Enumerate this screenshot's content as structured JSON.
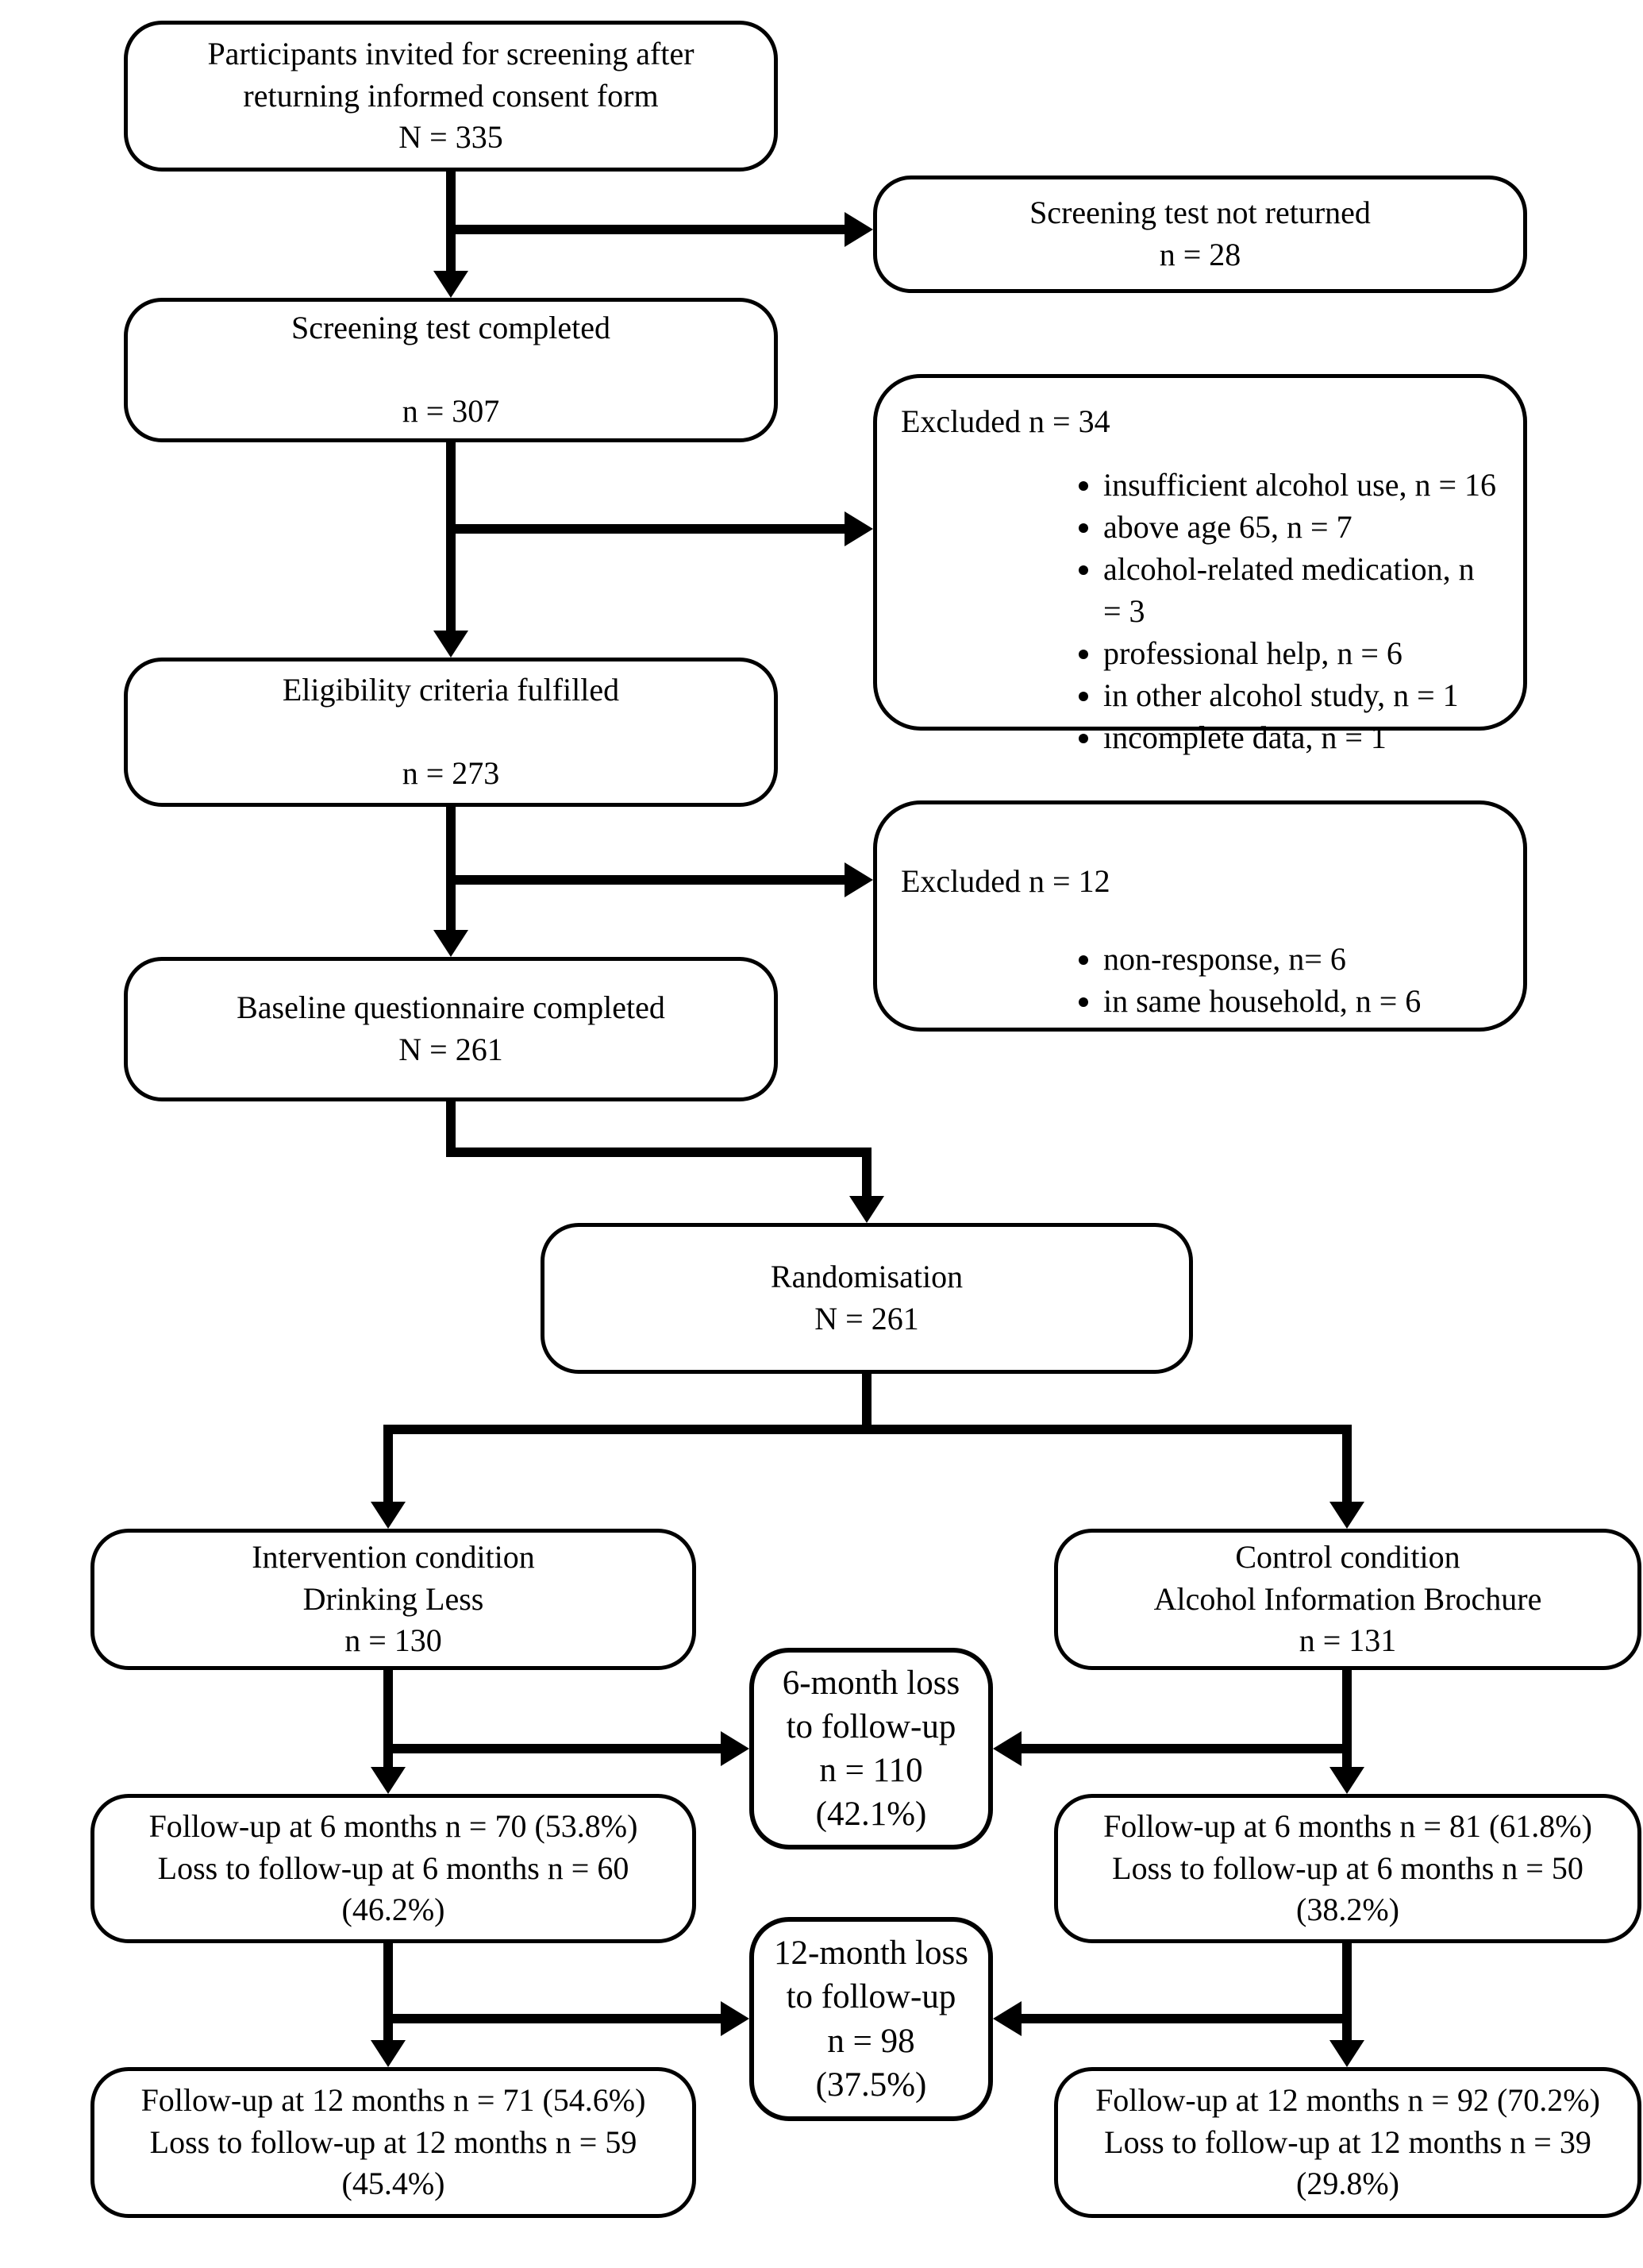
{
  "diagram_title": "Participant flow diagram",
  "colors": {
    "line": "#000000",
    "box_border": "#000000",
    "background": "#ffffff",
    "text": "#000000"
  },
  "boxes": {
    "invited": {
      "lines": [
        "Participants invited for screening after",
        "returning informed consent form",
        "N = 335"
      ]
    },
    "not_returned": {
      "lines": [
        "Screening test not returned",
        "n = 28"
      ]
    },
    "screening_completed": {
      "lines": [
        "Screening test completed",
        "",
        "n = 307"
      ]
    },
    "excluded_screening": {
      "title": "Excluded n = 34",
      "items": [
        "insufficient alcohol use, n = 16",
        "above age 65, n = 7",
        "alcohol-related medication, n = 3",
        "professional help, n = 6",
        "in other alcohol study, n = 1",
        "incomplete data, n = 1"
      ]
    },
    "eligibility": {
      "lines": [
        "Eligibility criteria fulfilled",
        "",
        "n = 273"
      ]
    },
    "excluded_baseline": {
      "title": "Excluded n = 12",
      "items": [
        "non-response, n= 6",
        "in same household, n = 6"
      ]
    },
    "baseline": {
      "lines": [
        "Baseline questionnaire completed",
        "N = 261"
      ]
    },
    "randomisation": {
      "lines": [
        "Randomisation",
        "N = 261"
      ]
    },
    "intervention": {
      "lines": [
        "Intervention condition",
        "Drinking Less",
        "n = 130"
      ]
    },
    "control": {
      "lines": [
        "Control condition",
        "Alcohol Information Brochure",
        "n = 131"
      ]
    },
    "loss6": {
      "lines": [
        "6-month loss",
        "to follow-up",
        "n = 110",
        "(42.1%)"
      ]
    },
    "followup6_intervention": {
      "lines": [
        "Follow-up at 6 months n = 70 (53.8%)",
        "Loss to follow-up at 6 months n = 60",
        "(46.2%)"
      ]
    },
    "followup6_control": {
      "lines": [
        "Follow-up at 6 months n = 81 (61.8%)",
        "Loss to follow-up at 6 months n = 50",
        "(38.2%)"
      ]
    },
    "loss12": {
      "lines": [
        "12-month loss",
        "to follow-up",
        "n = 98",
        "(37.5%)"
      ]
    },
    "followup12_intervention": {
      "lines": [
        "Follow-up at 12 months n = 71 (54.6%)",
        "Loss to follow-up at 12 months n = 59",
        "(45.4%)"
      ]
    },
    "followup12_control": {
      "lines": [
        "Follow-up at 12 months n = 92 (70.2%)",
        "Loss to follow-up at 12 months n = 39",
        "(29.8%)"
      ]
    }
  }
}
